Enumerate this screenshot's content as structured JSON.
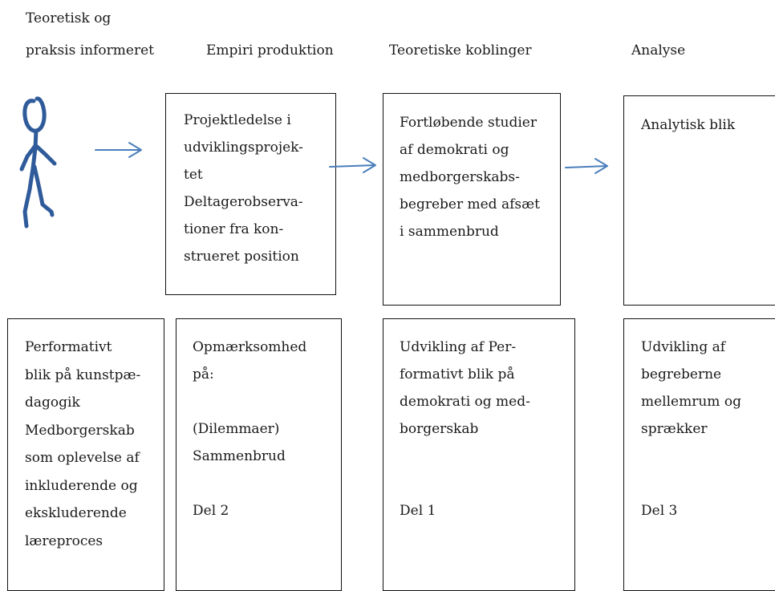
{
  "headers": {
    "col1_line1": "Teoretisk og",
    "col1_line2": "praksis informeret",
    "col2": "Empiri produktion",
    "col3": "Teoretiske koblinger",
    "col4": "Analyse"
  },
  "top_row": {
    "box1": "Projektledelse i\nudviklingsprojek-\ntet\nDeltagerobserva-\ntioner fra kon-\nstrueret position",
    "box2": "Fortløbende studier\naf demokrati og\nmedborgerskabs-\nbegreber med afsæt\ni sammenbrud",
    "box3": "Analytisk blik"
  },
  "bottom_row": {
    "box1": "Performativt\nblik på kunstpæ-\ndagogik\nMedborgerskab\nsom oplevelse af\ninkluderende  og\nekskluderende\nlæreproces",
    "box2": "Opmærksomhed\npå:\n\n(Dilemmaer)\nSammenbrud\n\nDel 2",
    "box3": "Udvikling af Per-\nformativt blik på\ndemokrati og med-\nborgerskab\n\n\nDel 1",
    "box4": "Udvikling af\nbegreberne\nmellemrum og\nsprækker\n\n\nDel 3"
  },
  "colors": {
    "arrow": "#4a7ebb",
    "figure": "#2f5b9a",
    "border": "#111111"
  },
  "icons": {
    "figure": "stick-figure-icon",
    "arrow": "arrow-right-icon"
  }
}
